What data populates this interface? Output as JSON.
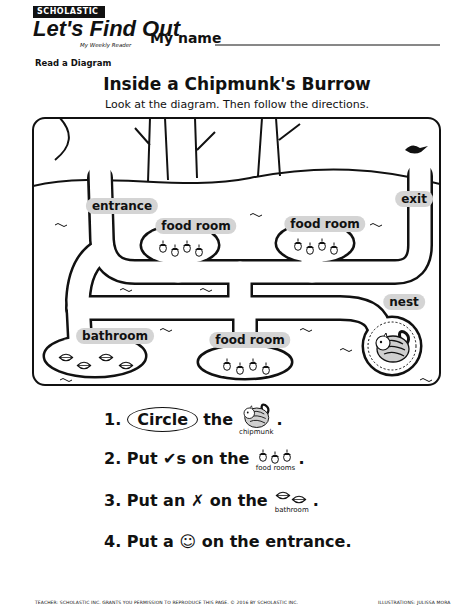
{
  "diagram": {
    "title": "Inside a Chipmunk's Burrow",
    "caption": "Look at the diagram. Then follow the directions.",
    "nodes": [
      {
        "text": [
          "entrance"
        ]
      },
      {
        "text": [
          "food room"
        ]
      },
      {
        "text": [
          "food room"
        ]
      },
      {
        "text": [
          "exit"
        ]
      },
      {
        "text": [
          "nest"
        ]
      },
      {
        "text": [
          "bathroom"
        ]
      },
      {
        "text": [
          "food room"
        ]
      },
      {
        "text": [
          "Circle"
        ]
      }
    ],
    "labels": [
      "SCHOLASTIC",
      "Let's Find Out",
      "My Weekly Reader",
      "My name",
      "Read a Diagram",
      "1.",
      "the",
      "chipmunk",
      ".",
      "2. Put ✔s on the",
      "food rooms",
      ".",
      "3. Put an ✗ on the",
      "bathroom",
      ".",
      "4. Put a ☺ on the entrance.",
      "TEACHER: SCHOLASTIC INC. GRANTS YOU PERMISSION TO REPRODUCE THIS PAGE. © 2016 BY SCHOLASTIC INC.",
      "ILLUSTRATIONS: JULISSA MORA"
    ]
  }
}
